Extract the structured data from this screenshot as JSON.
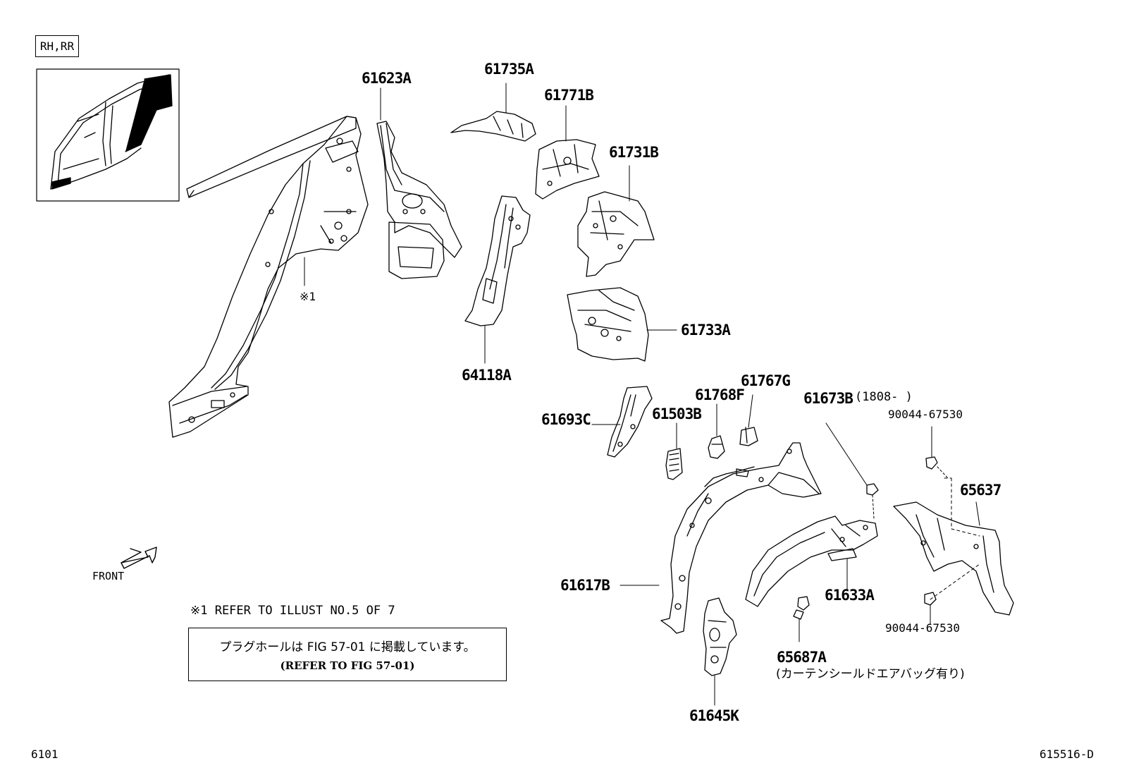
{
  "header": {
    "side_label": "RH,RR"
  },
  "parts": [
    {
      "id": "61623A",
      "text": "61623A"
    },
    {
      "id": "61735A",
      "text": "61735A"
    },
    {
      "id": "61771B",
      "text": "61771B"
    },
    {
      "id": "61731B",
      "text": "61731B"
    },
    {
      "id": "61733A",
      "text": "61733A"
    },
    {
      "id": "64118A",
      "text": "64118A"
    },
    {
      "id": "61767G",
      "text": "61767G"
    },
    {
      "id": "61768F",
      "text": "61768F"
    },
    {
      "id": "61673B",
      "text": "61673B"
    },
    {
      "id": "61693C",
      "text": "61693C"
    },
    {
      "id": "61503B",
      "text": "61503B"
    },
    {
      "id": "65637",
      "text": "65637"
    },
    {
      "id": "61617B",
      "text": "61617B"
    },
    {
      "id": "61633A",
      "text": "61633A"
    },
    {
      "id": "65687A",
      "text": "65687A"
    },
    {
      "id": "61645K",
      "text": "61645K"
    }
  ],
  "small_labels": {
    "note_ref_mark": "※1",
    "date_range": "(1808-      )",
    "bolt_upper": "90044-67530",
    "bolt_lower": "90044-67530",
    "airbag_note": "(カーテンシールドエアバッグ有り)",
    "front": "FRONT"
  },
  "notes": {
    "refer_illust": "※1  REFER TO ILLUST NO.5 OF 7",
    "plug_hole_jp": "プラグホールは FIG 57-01 に掲載しています。",
    "plug_hole_en": "(REFER TO FIG 57-01)"
  },
  "footer": {
    "page_code": "6101",
    "drawing_code": "615516-D"
  }
}
